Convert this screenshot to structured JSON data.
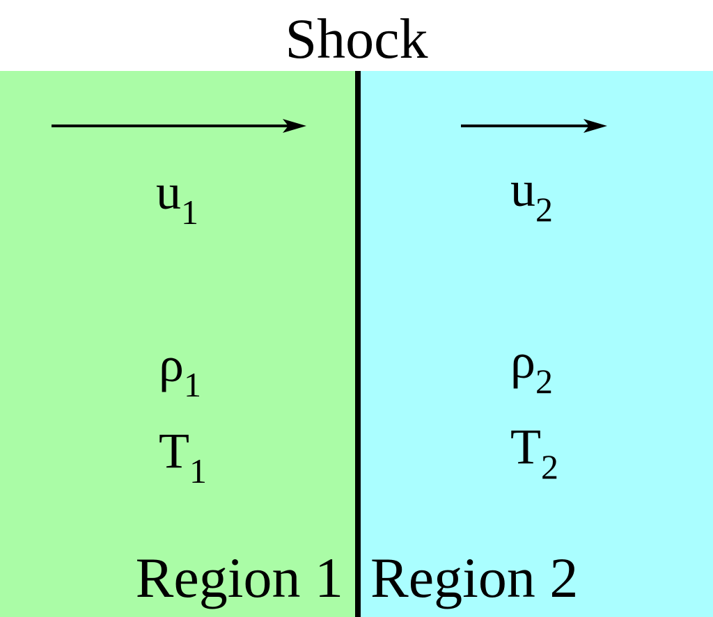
{
  "title": "Shock",
  "colors": {
    "region1": "#aafca6",
    "region2": "#aafeff",
    "shock": "#000000"
  },
  "regions": [
    {
      "label": "Region 1",
      "velocity": {
        "symbol": "u",
        "sub": "1"
      },
      "density": {
        "symbol": "ρ",
        "sub": "1"
      },
      "temperature": {
        "symbol": "T",
        "sub": "1"
      }
    },
    {
      "label": "Region 2",
      "velocity": {
        "symbol": "u",
        "sub": "2"
      },
      "density": {
        "symbol": "ρ",
        "sub": "2"
      },
      "temperature": {
        "symbol": "T",
        "sub": "2"
      }
    }
  ]
}
